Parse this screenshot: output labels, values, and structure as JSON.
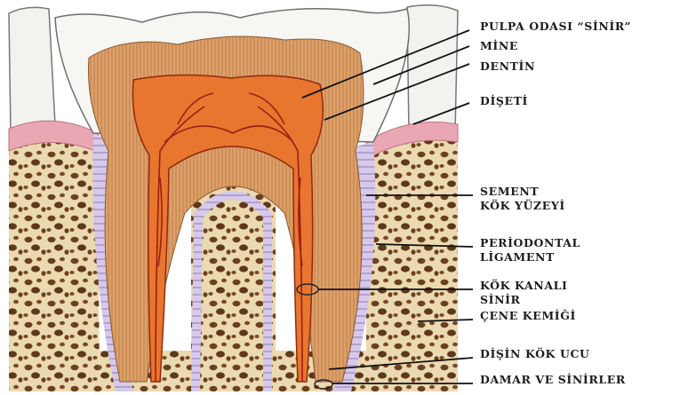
{
  "diagram": {
    "labels": [
      {
        "id": "pulpa",
        "lines": [
          "PULPA ODASI “SİNİR”"
        ]
      },
      {
        "id": "mine",
        "lines": [
          "MİNE"
        ]
      },
      {
        "id": "dentin",
        "lines": [
          "DENTİN"
        ]
      },
      {
        "id": "diseti",
        "lines": [
          "DİŞETİ"
        ]
      },
      {
        "id": "sement",
        "lines": [
          "SEMENT",
          "KÖK YÜZEYİ"
        ]
      },
      {
        "id": "periodontal",
        "lines": [
          "PERİODONTAL",
          "LİGAMENT"
        ]
      },
      {
        "id": "kanal",
        "lines": [
          "KÖK KANALI",
          "SİNİR"
        ]
      },
      {
        "id": "cene",
        "lines": [
          "ÇENE KEMİĞİ"
        ]
      },
      {
        "id": "kokucu",
        "lines": [
          "DİŞİN KÖK UCU"
        ]
      },
      {
        "id": "damar",
        "lines": [
          "DAMAR VE SİNİRLER"
        ]
      }
    ]
  },
  "colors": {
    "enamel": "#f6f6f2",
    "dentin": "#d99a62",
    "pulp": "#e8762f",
    "bone": "#ead9b1",
    "gum": "#e9a7b3",
    "ligament": "#c8b8e0",
    "nerve": "#9c1f13"
  }
}
